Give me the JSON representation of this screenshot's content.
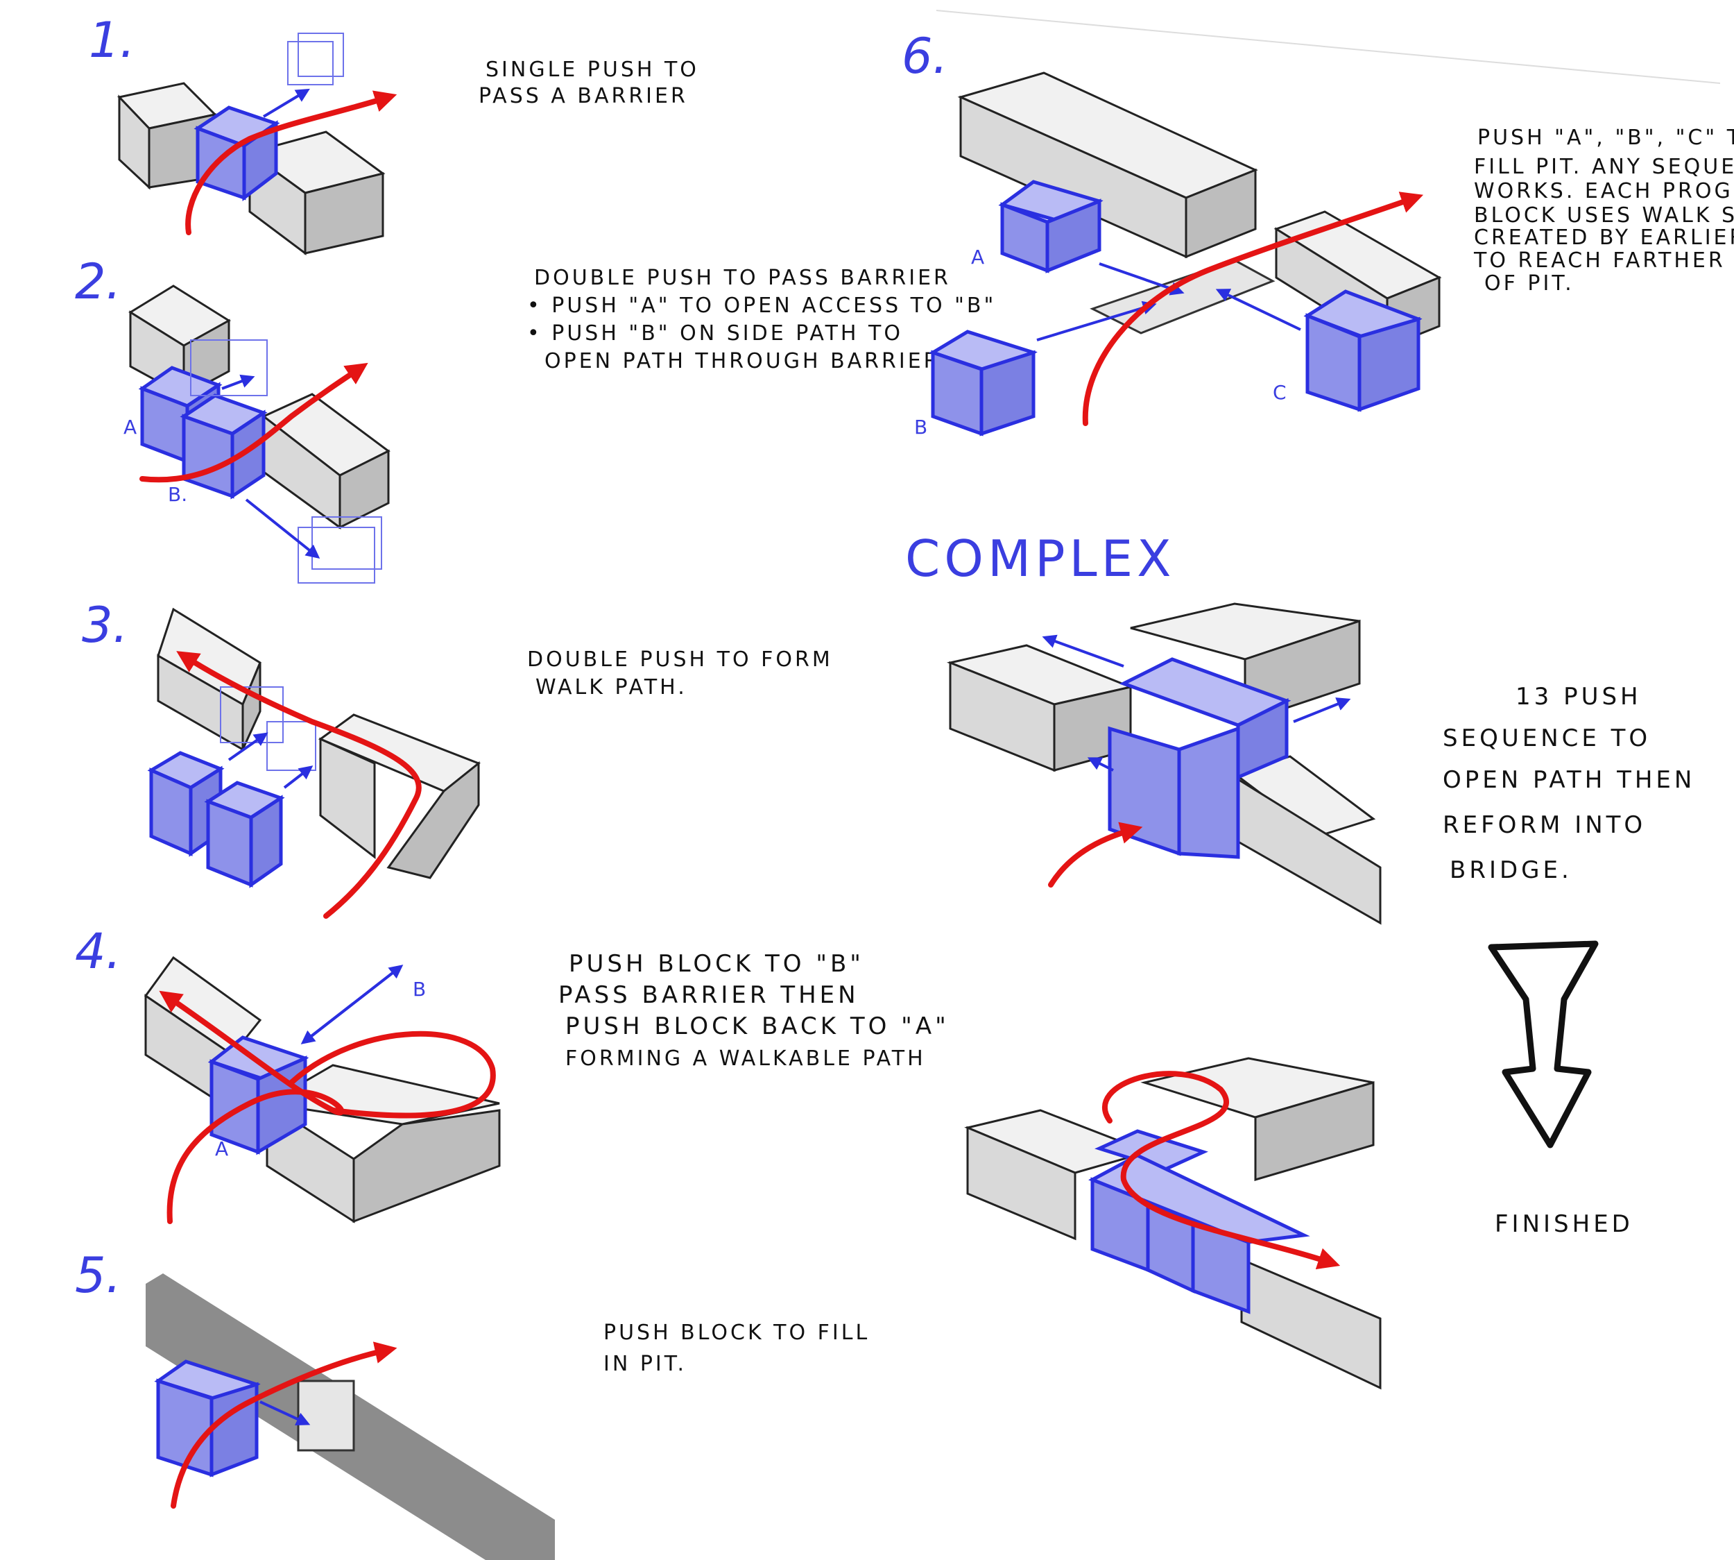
{
  "panels": [
    {
      "number": "1.",
      "lines": [
        "SINGLE PUSH TO",
        "PASS A BARRIER"
      ]
    },
    {
      "number": "2.",
      "lines": [
        "DOUBLE PUSH TO PASS BARRIER",
        "• PUSH \"A\" TO OPEN ACCESS TO \"B\"",
        "• PUSH \"B\" ON SIDE PATH TO",
        "OPEN PATH THROUGH BARRIER."
      ],
      "labels": [
        "A",
        "B."
      ]
    },
    {
      "number": "3.",
      "lines": [
        "DOUBLE PUSH TO FORM",
        "WALK PATH."
      ]
    },
    {
      "number": "4.",
      "lines": [
        "PUSH BLOCK TO \"B\"",
        "PASS BARRIER THEN",
        "PUSH BLOCK BACK TO \"A\"",
        "FORMING A WALKABLE PATH"
      ],
      "labels": [
        "A",
        "B"
      ]
    },
    {
      "number": "5.",
      "lines": [
        "PUSH BLOCK TO FILL",
        "IN PIT."
      ]
    },
    {
      "number": "6.",
      "lines": [
        "PUSH \"A\", \"B\", \"C\" TO",
        "FILL PIT. ANY SEQUENCE",
        "WORKS. EACH PROGRESSIVE",
        "BLOCK USES WALK SURFACE",
        "CREATED BY EARLIER BLOCK",
        "TO REACH FARTHER END",
        "OF PIT."
      ],
      "labels": [
        "A",
        "B",
        "C"
      ]
    }
  ],
  "complex": {
    "heading": "COMPLEX",
    "lines": [
      "13 PUSH",
      "SEQUENCE TO",
      "OPEN PATH THEN",
      "REFORM INTO",
      "BRIDGE."
    ],
    "finished": "FINISHED"
  },
  "colors": {
    "blue": "#2a2fe0",
    "red": "#e41414",
    "block_fill": "#8e92ea"
  }
}
